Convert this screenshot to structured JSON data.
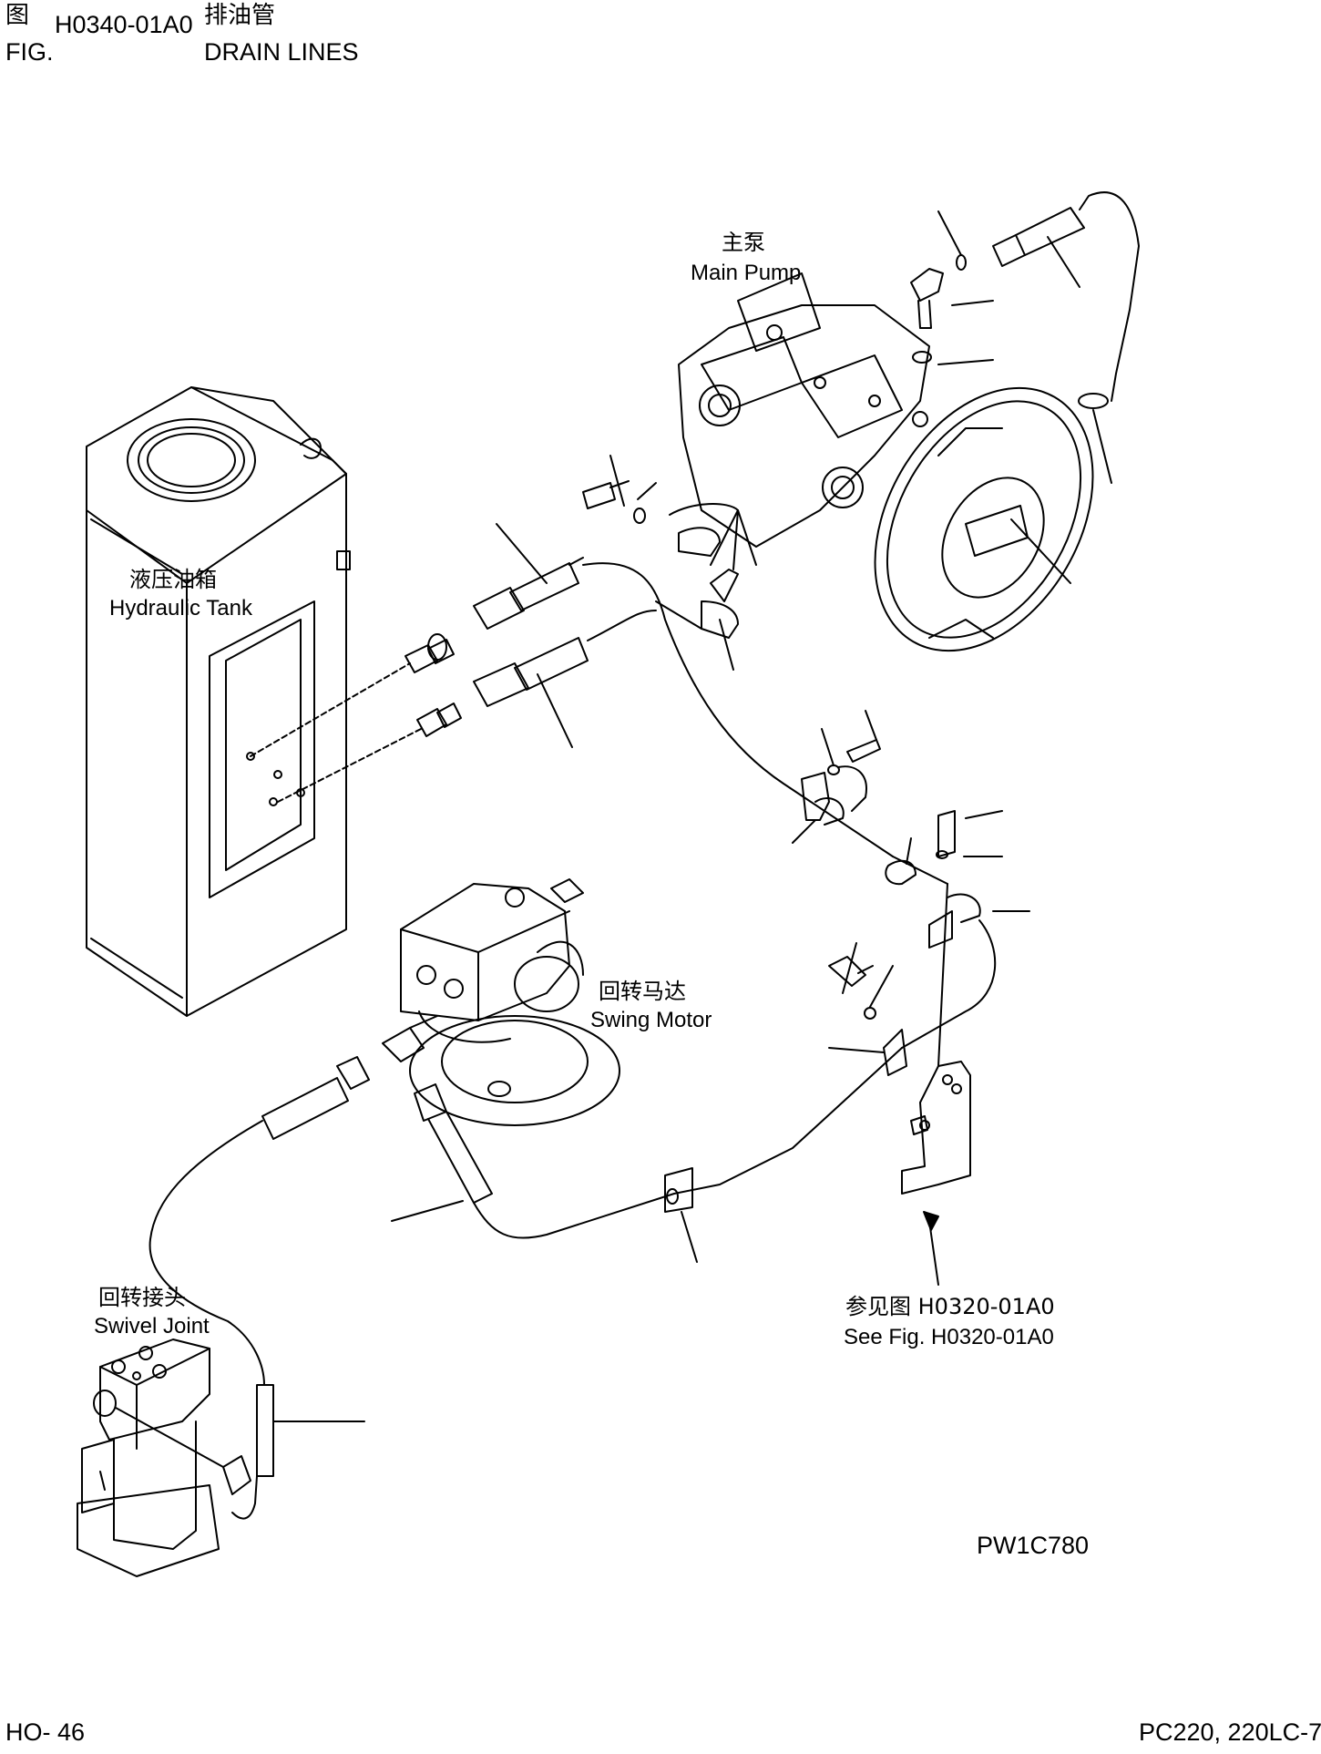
{
  "header": {
    "fig_cn": "图",
    "fig_en": "FIG.",
    "fig_number": "H0340-01A0",
    "title_cn": "排油管",
    "title_en": "DRAIN LINES"
  },
  "components": {
    "main_pump": {
      "cn": "主泵",
      "en": "Main Pump"
    },
    "hydraulic_tank": {
      "cn": "液压油箱",
      "en": "Hydraulic Tank"
    },
    "swing_motor": {
      "cn": "回转马达",
      "en": "Swing Motor"
    },
    "swivel_joint": {
      "cn": "回转接头",
      "en": "Swivel Joint"
    }
  },
  "reference": {
    "cn": "参见图 H0320-01A0",
    "en": "See Fig. H0320-01A0"
  },
  "drawing_code": "PW1C780",
  "footer": {
    "page": "HO- 46",
    "model": "PC220, 220LC-7"
  }
}
